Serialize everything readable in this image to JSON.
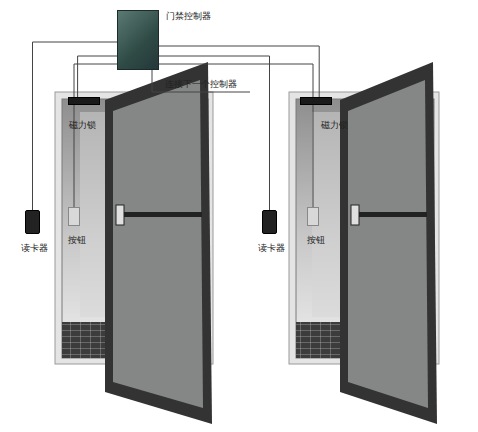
{
  "diagram": {
    "nodes": [
      {
        "text": [
          "门禁控制器"
        ]
      },
      {
        "text": [
          "磁力锁"
        ]
      },
      {
        "text": [
          "读卡器"
        ]
      },
      {
        "text": [
          "按钮"
        ]
      },
      {
        "text": [
          "磁力锁"
        ]
      },
      {
        "text": [
          "读卡器"
        ]
      },
      {
        "text": [
          "按钮"
        ]
      }
    ],
    "edges": [
      {
        "from": 0,
        "to": 1,
        "arrow": "none"
      },
      {
        "from": 0,
        "to": 2,
        "arrow": "none"
      },
      {
        "from": 0,
        "to": 3,
        "arrow": "none"
      },
      {
        "from": 0,
        "to": 4,
        "arrow": "none"
      },
      {
        "from": 0,
        "to": 5,
        "arrow": "none"
      },
      {
        "from": 0,
        "to": 6,
        "arrow": "none"
      }
    ],
    "labels": [
      "连接下一个控制器"
    ]
  }
}
